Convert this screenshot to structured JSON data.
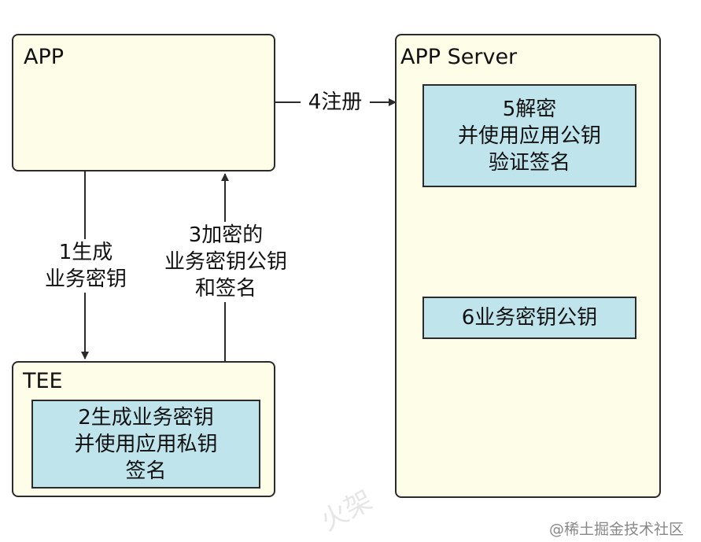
{
  "boxes": {
    "app": {
      "title": "APP"
    },
    "tee": {
      "title": "TEE",
      "inner": "2生成业务密钥\n并使用应用私钥\n签名"
    },
    "server": {
      "title": "APP Server",
      "inner_top": "5解密\n并使用应用公钥\n验证签名",
      "inner_bottom": "6业务密钥公钥"
    }
  },
  "arrows": {
    "step1": "1生成\n业务密钥",
    "step3": "3加密的\n业务密钥公钥\n和签名",
    "step4": "4注册"
  },
  "watermark": "@稀土掘金技术社区",
  "faint_watermark": "火架"
}
